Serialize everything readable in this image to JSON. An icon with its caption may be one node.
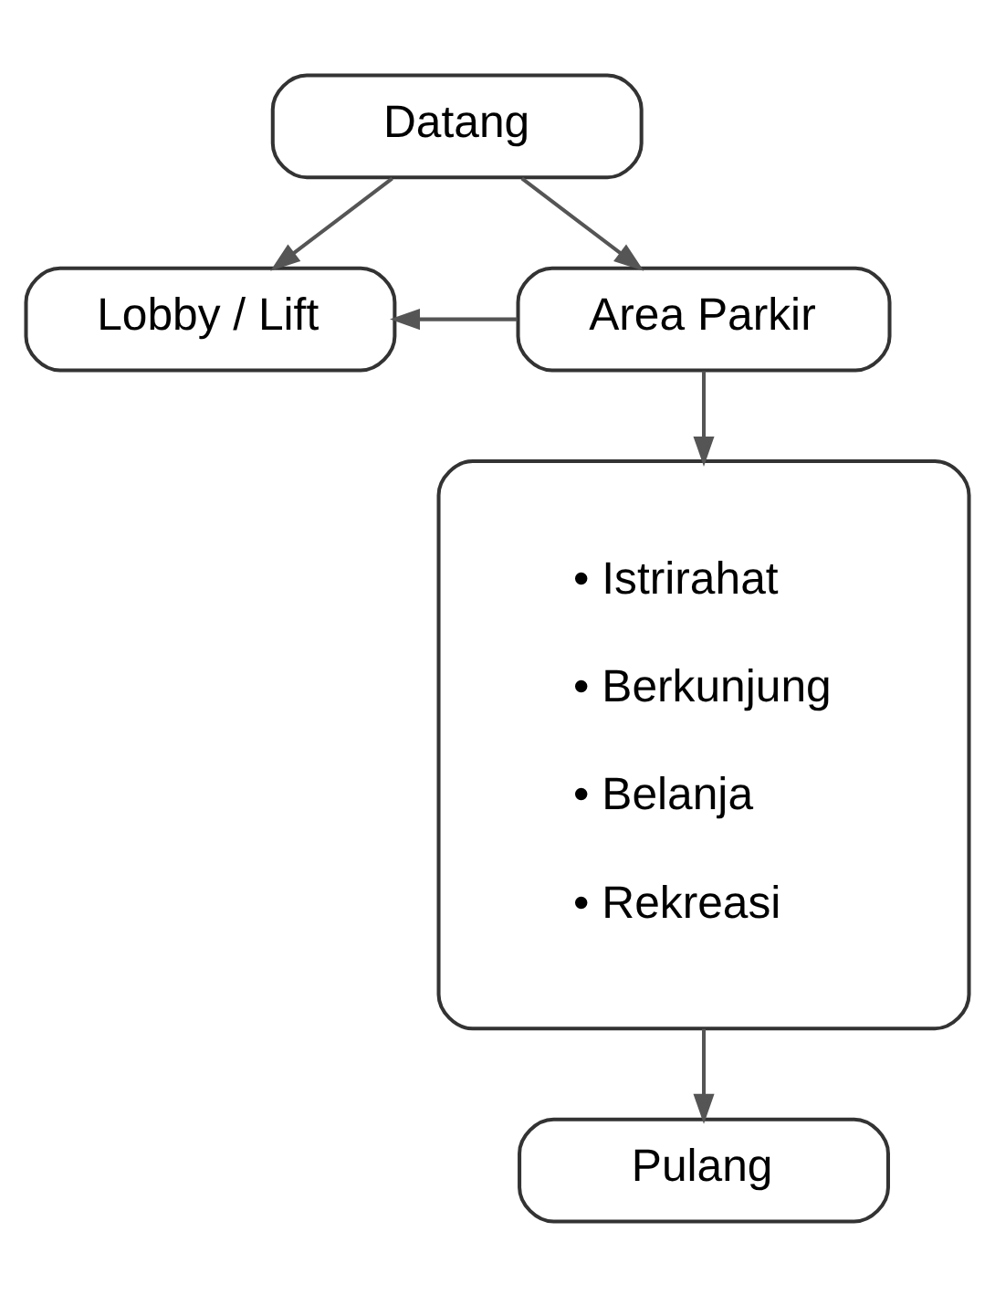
{
  "diagram": {
    "nodes": [
      {
        "text": [
          "Datang"
        ]
      },
      {
        "text": [
          "Lobby / Lift"
        ]
      },
      {
        "text": [
          "Area Parkir"
        ]
      },
      {
        "text": [
          "• Istrirahat",
          "• Berkunjung",
          "• Belanja",
          "• Rekreasi"
        ]
      },
      {
        "text": [
          "Pulang"
        ]
      }
    ],
    "edges": [
      {
        "from": 0,
        "to": 1,
        "arrow": "to"
      },
      {
        "from": 0,
        "to": 2,
        "arrow": "to"
      },
      {
        "from": 2,
        "to": 1,
        "arrow": "to"
      },
      {
        "from": 2,
        "to": 3,
        "arrow": "to"
      },
      {
        "from": 3,
        "to": 4,
        "arrow": "to"
      }
    ]
  }
}
